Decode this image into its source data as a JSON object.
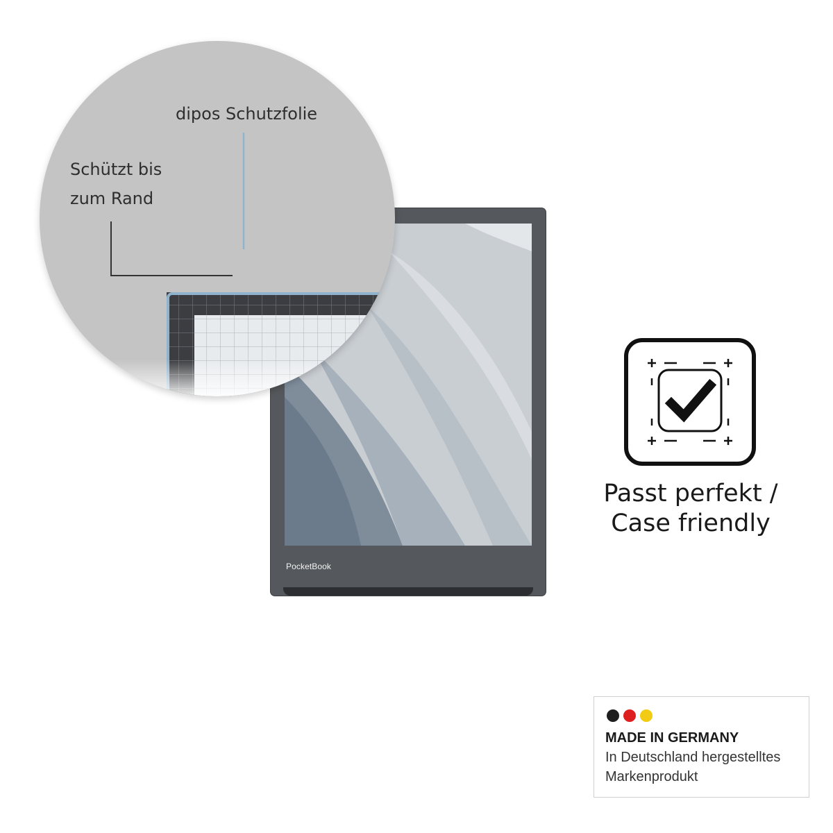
{
  "device": {
    "brand": "PocketBook"
  },
  "magnifier": {
    "label_film": "dipos Schutzfolie",
    "label_edge_line1": "Schützt bis",
    "label_edge_line2": "zum Rand"
  },
  "feature": {
    "icon": "check-in-frame-icon",
    "label_line1": "Passt perfekt /",
    "label_line2": "Case friendly"
  },
  "badge": {
    "title": "MADE IN GERMANY",
    "line1": "In Deutschland hergestelltes",
    "line2": "Markenprodukt",
    "dot_colors": [
      "#1e1e1e",
      "#dd1f1f",
      "#f2cc14"
    ]
  },
  "colors": {
    "accent_blue": "#8fb3cc",
    "device_gray": "#55585c"
  }
}
